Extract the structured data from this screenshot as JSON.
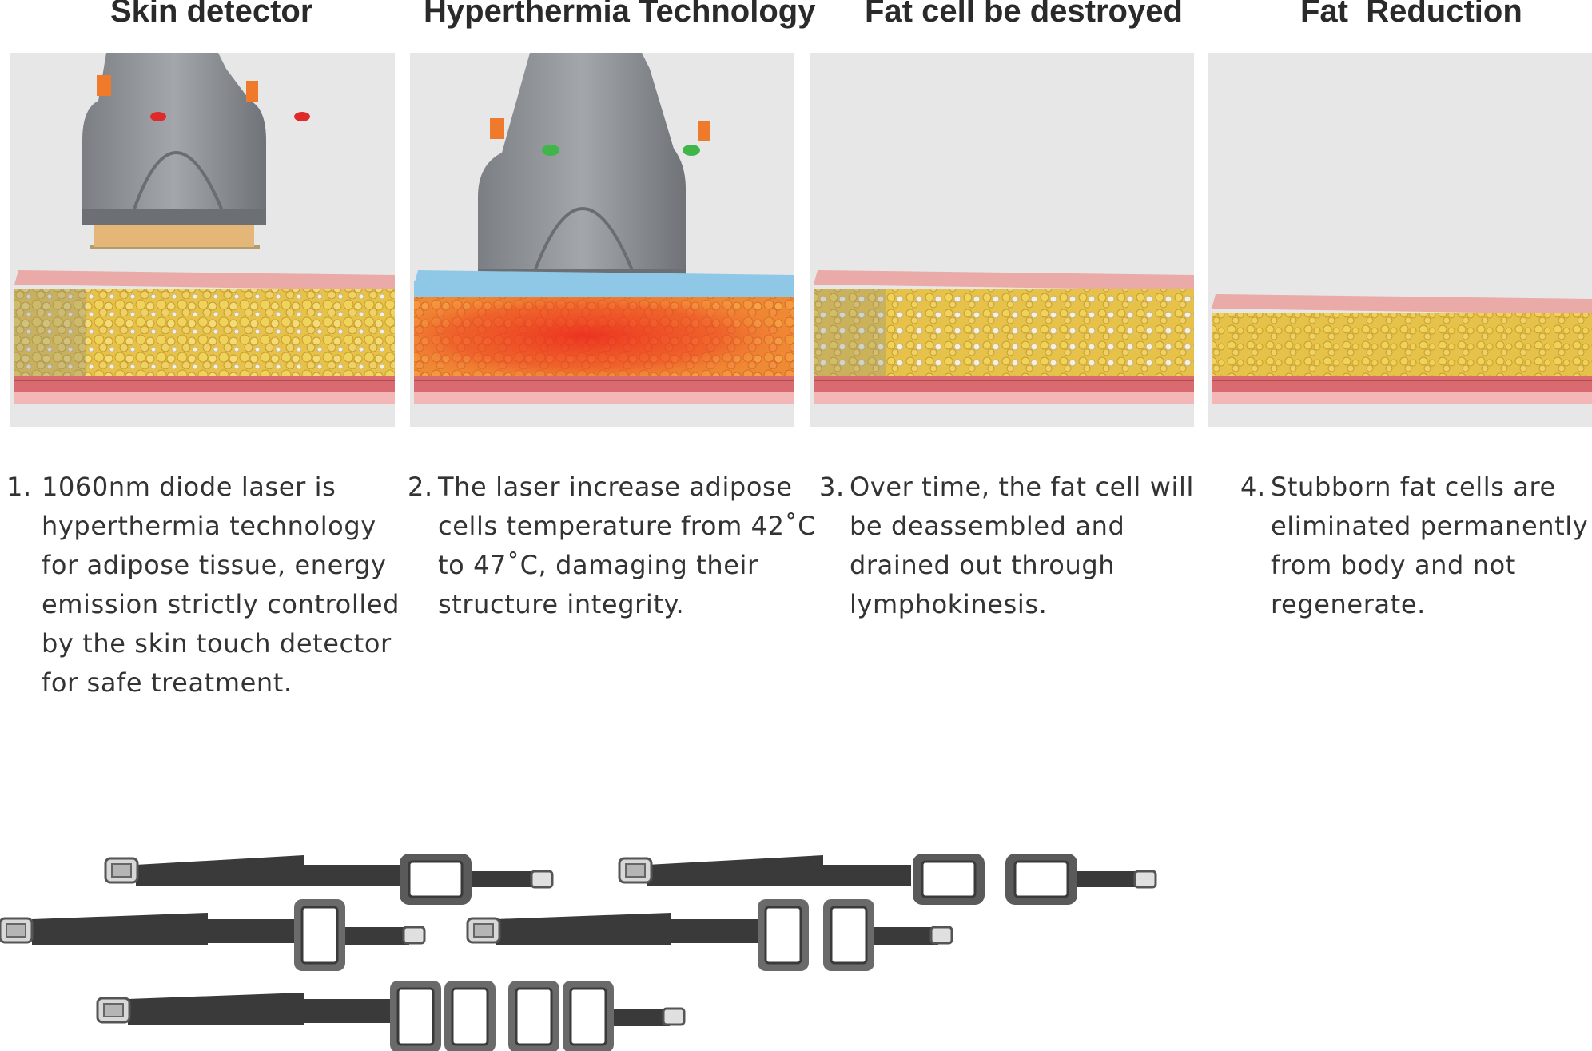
{
  "steps": [
    {
      "title": "Skin detector",
      "number": "1.",
      "lines": [
        "1060nm diode laser is",
        "hyperthermia technology",
        "for adipose tissue, energy",
        "emission strictly controlled",
        "by the skin touch detector",
        "for safe treatment."
      ]
    },
    {
      "title": "Hyperthermia Technology",
      "number": "2.",
      "lines": [
        "The laser increase adipose",
        "cells temperature from 42˚C",
        "to 47˚C, damaging their",
        "structure integrity."
      ]
    },
    {
      "title": "Fat cell be destroyed",
      "number": "3.",
      "lines": [
        "Over time, the fat cell will",
        "be deassembled and",
        "drained out through",
        "lymphokinesis."
      ]
    },
    {
      "title": "Fat  Reduction",
      "number": "4.",
      "lines": [
        "Stubborn fat cells are",
        "eliminated permanently",
        "from body and not",
        "regenerate."
      ]
    }
  ],
  "colors": {
    "panel_bg": "#e7e7e7",
    "skin": "#e9aaa8",
    "fat": "#e7c44a",
    "muscle": "#d86a70",
    "heat": "#ec3a22",
    "cooling_layer": "#8ec8e6",
    "device": "#8a8e93",
    "device_button": "#ef7a2c",
    "indicator_red": "#e02a2a",
    "indicator_green": "#3fb54a",
    "strap": "#3a3a3a"
  },
  "strap_variants": [
    "1-module belt",
    "2-module belt",
    "1-module belt",
    "2-module belt",
    "4-module belt"
  ]
}
